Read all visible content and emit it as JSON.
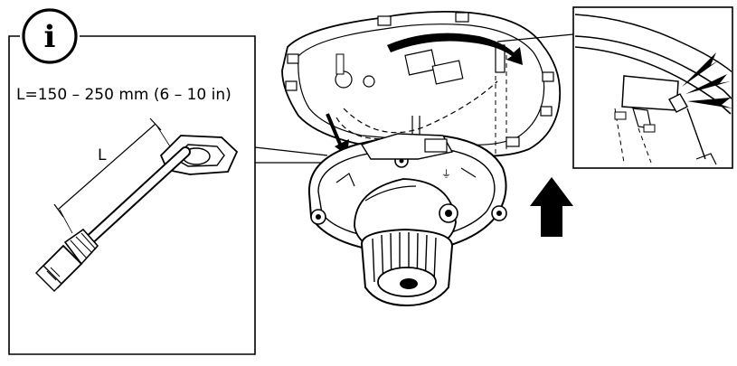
{
  "info_panel": {
    "icon": "info-icon",
    "info_letter": "i",
    "cable_length_text": "L=150 – 250 mm (6 – 10 in)",
    "length_label": "L"
  },
  "main_illustration": {
    "subject": "camera-dome-mount-assembly",
    "ground_label": "⏚"
  },
  "detail_panel": {
    "subject": "clip-snap-detail"
  },
  "direction_arrow": {
    "icon": "arrow-up-icon"
  }
}
